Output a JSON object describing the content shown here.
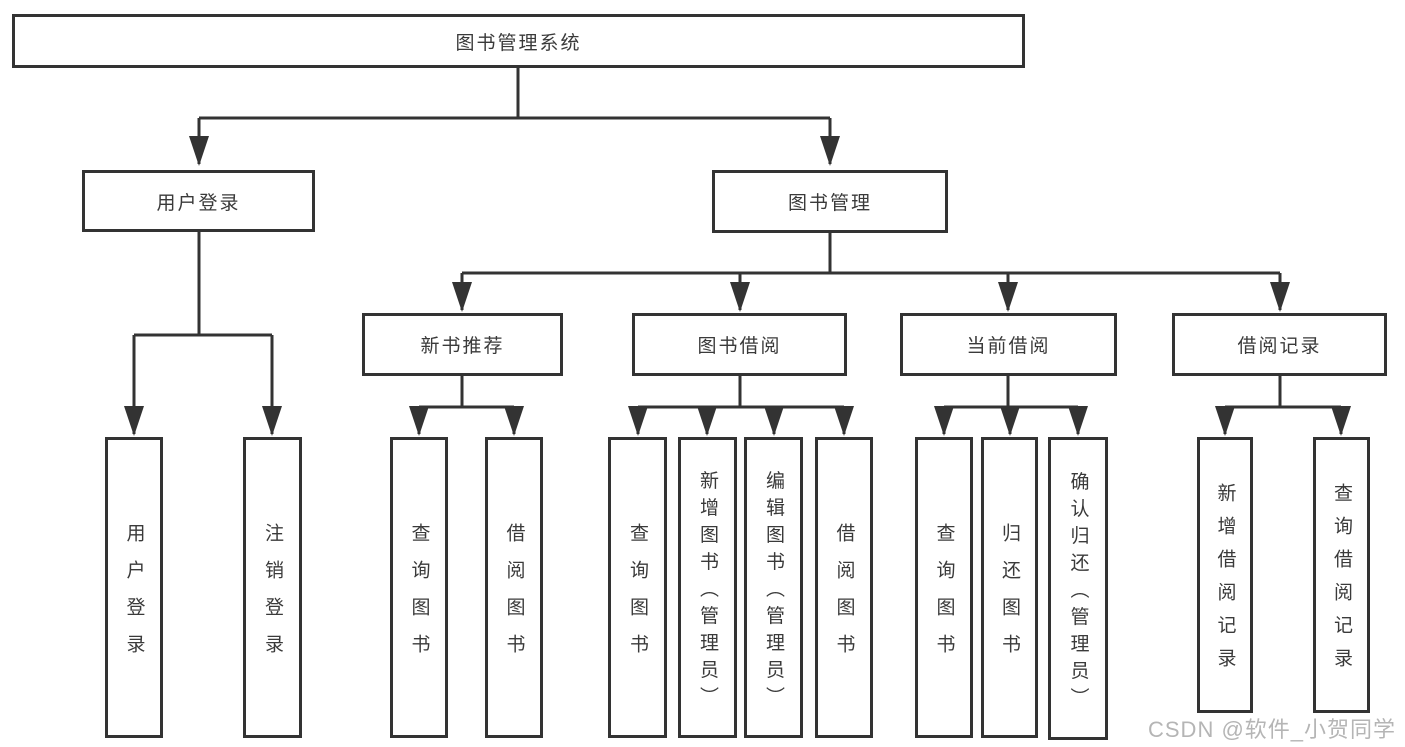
{
  "watermark": "CSDN @软件_小贺同学",
  "colors": {
    "line": "#333333",
    "node_border": "#333333",
    "node_text": "#3a3a3a",
    "watermark_text": "#adadad",
    "background": "#ffffff"
  },
  "tree": {
    "root": {
      "label": "图书管理系统"
    },
    "branches": [
      {
        "label": "用户登录",
        "children": [
          {
            "label": "用户登录"
          },
          {
            "label": "注销登录"
          }
        ]
      },
      {
        "label": "图书管理",
        "groups": [
          {
            "label": "新书推荐",
            "children": [
              {
                "label": "查询图书"
              },
              {
                "label": "借阅图书"
              }
            ]
          },
          {
            "label": "图书借阅",
            "children": [
              {
                "label": "查询图书"
              },
              {
                "label": "新增图书（管理员）"
              },
              {
                "label": "编辑图书（管理员）"
              },
              {
                "label": "借阅图书"
              }
            ]
          },
          {
            "label": "当前借阅",
            "children": [
              {
                "label": "查询图书"
              },
              {
                "label": "归还图书"
              },
              {
                "label": "确认归还（管理员）"
              }
            ]
          },
          {
            "label": "借阅记录",
            "children": [
              {
                "label": "新增借阅记录"
              },
              {
                "label": "查询借阅记录"
              }
            ]
          }
        ]
      }
    ]
  }
}
